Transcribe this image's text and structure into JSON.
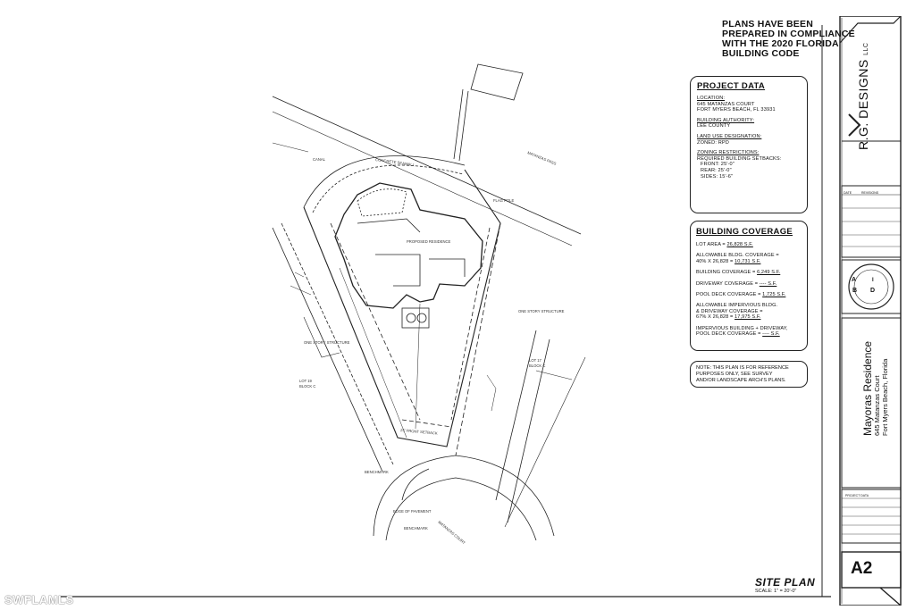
{
  "compliance": [
    "PLANS HAVE BEEN",
    "PREPARED IN COMPLIANCE",
    "WITH THE 2020 FLORIDA",
    "BUILDING CODE"
  ],
  "project_data": {
    "title": "PROJECT DATA",
    "location_label": "LOCATION:",
    "location_1": "645 MATANZAS COURT",
    "location_2": "FORT MYERS BEACH, FL 33931",
    "authority_label": "BUILDING AUTHORITY:",
    "authority": "LEE COUNTY",
    "land_use_label": "LAND USE DESIGNATION:",
    "land_use": "ZONED: RPD",
    "zoning_label": "ZONING RESTRICTIONS:",
    "zoning_1": "REQUIRED BUILDING SETBACKS:",
    "front": "FRONT:  25'-0\"",
    "rear": "REAR:   25'-0\"",
    "sides": "SIDES:   15'-6\""
  },
  "coverage": {
    "title": "BUILDING COVERAGE",
    "lot_area_label": "LOT AREA =",
    "lot_area": "26,828 S.F.",
    "allow_1": "ALLOWABLE BLDG. COVERAGE =",
    "allow_2": "40% X 26,828 =",
    "allow_val": "10,731 S.F.",
    "building_label": "BUILDING COVERAGE =",
    "building_val": "6,249 S.F.",
    "driveway_label": "DRIVEWAY COVERAGE =",
    "driveway_val": "---- S.F.",
    "pool_label": "POOL DECK COVERAGE =",
    "pool_val": "1,725 S.F.",
    "imperv_1": "ALLOWABLE IMPERVIOUS BLDG.",
    "imperv_2": "& DRIVEWAY COVERAGE =",
    "imperv_3": "67% X 26,828 =",
    "imperv_val": "17,975 S.F.",
    "imp_bld_1": "IMPERVIOUS BUILDING + DRIVEWAY,",
    "imp_bld_2": "POOL DECK COVERAGE =",
    "imp_bld_val": "---- S.F."
  },
  "note": {
    "line1": "NOTE: THIS PLAN IS FOR REFERENCE",
    "line2": "PURPOSES ONLY, SEE SURVEY",
    "line3": "AND/OR LANDSCAPE ARCH'S PLANS."
  },
  "title_block": {
    "firm": "R.G. DESIGNS",
    "firm_suffix": "LLC",
    "logo_letters": [
      "A",
      "I",
      "B",
      "D"
    ],
    "project_name": "Mayoras Residence",
    "project_addr_1": "645 Matanzas Court",
    "project_addr_2": "Fort Myers Beach, Florida",
    "sheet": "A2",
    "project_data_label": "PROJECT DATA",
    "date_label": "DATE",
    "revisions_label": "REVISIONS"
  },
  "drawing": {
    "title": "SITE PLAN",
    "scale": "SCALE:  1\" = 20'-0\"",
    "labels": {
      "canal": "CANAL",
      "pass": "MATANZAS PASS",
      "court": "MATANZAS COURT",
      "front_setback": "25' FRONT SETBACK",
      "lot19": "LOT 19",
      "lot17": "LOT 17",
      "block_c1": "BLOCK C",
      "block_c2": "BLOCK C",
      "edge": "EDGE OF PAVEMENT",
      "bench1": "BENCHMARK",
      "bench2": "BENCHMARK",
      "flag": "FLAG POLE",
      "one_story1": "ONE STORY STRUCTURE",
      "one_story2": "ONE STORY STRUCTURE",
      "proposed": "PROPOSED RESIDENCE",
      "concrete": "CONCRETE SEAWALL"
    }
  },
  "watermark": "SWFLAMLS"
}
